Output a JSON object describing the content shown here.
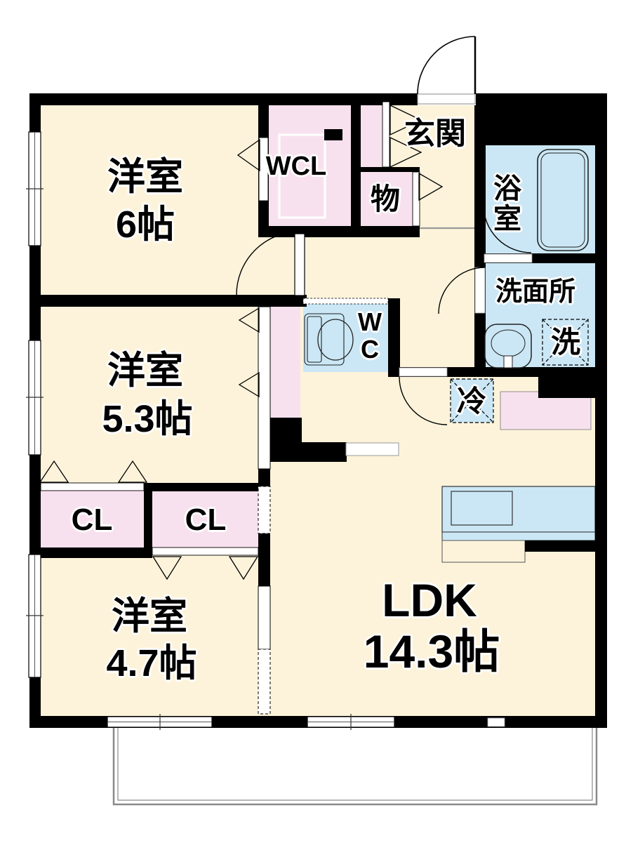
{
  "plan": {
    "type": "apartment-floor-plan",
    "rooms": {
      "western6": {
        "name": "洋室",
        "size": "6帖"
      },
      "western53": {
        "name": "洋室",
        "size": "5.3帖"
      },
      "western47": {
        "name": "洋室",
        "size": "4.7帖"
      },
      "ldk": {
        "name": "LDK",
        "size": "14.3帖"
      },
      "wcl": {
        "label": "WCL"
      },
      "entrance": {
        "label": "玄関"
      },
      "storage": {
        "label": "物"
      },
      "bathroom": {
        "lines": [
          "浴",
          "室"
        ]
      },
      "washroom": {
        "label": "洗面所"
      },
      "washer_spot": {
        "label": "洗"
      },
      "toilet": {
        "lines": [
          "W",
          "C"
        ]
      },
      "fridge_spot": {
        "label": "冷"
      },
      "closet_left": {
        "label": "CL"
      },
      "closet_right": {
        "label": "CL"
      }
    },
    "colors": {
      "floor": "#fcf3da",
      "closet": "#f8e1ee",
      "wet_area": "#cbe7f5",
      "wall": "#000000",
      "balcony_outline": "#8a8a8a"
    }
  }
}
